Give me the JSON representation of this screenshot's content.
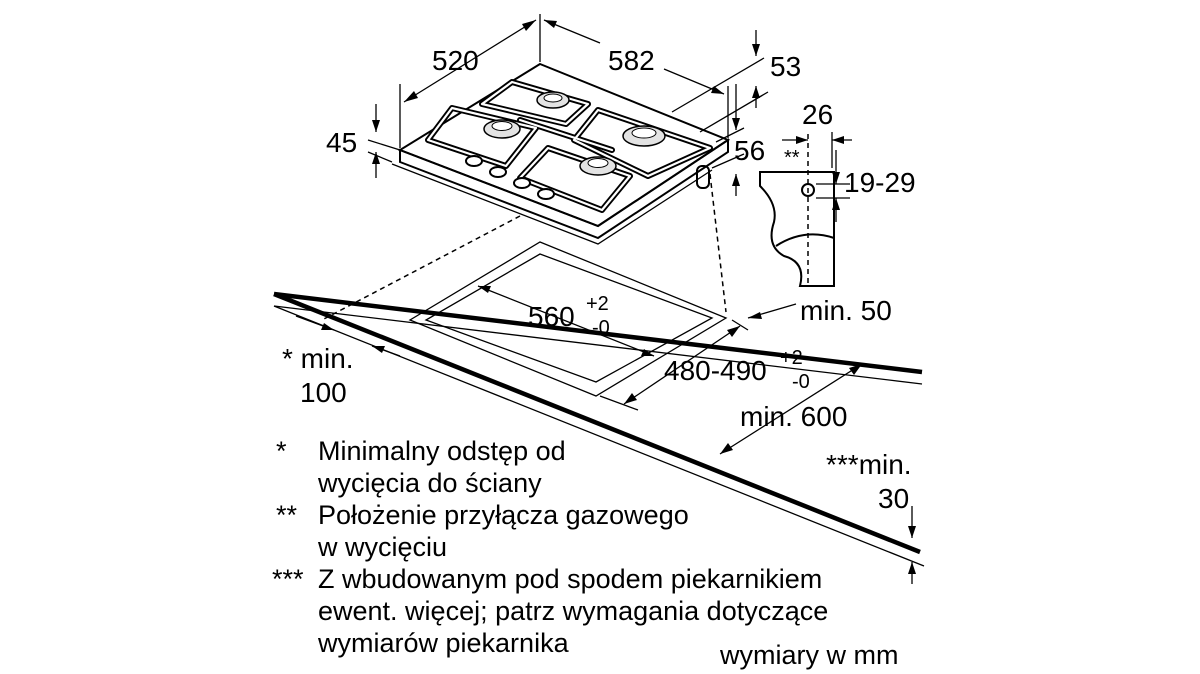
{
  "dimensions": {
    "depth": "520",
    "width": "582",
    "side_right": "53",
    "height": "45",
    "gas_offset": "56",
    "conn_width": "26",
    "conn_marker": "**",
    "conn_height": "19-29",
    "cutout_width": "560",
    "cutout_width_tol_plus": "+2",
    "cutout_width_tol_minus": "-0",
    "cutout_depth": "480-490",
    "cutout_depth_tol_plus": "+2",
    "cutout_depth_tol_minus": "-0",
    "min_front": "min. 50",
    "min_depth": "min. 600",
    "min_wall_line1": "* min.",
    "min_wall_line2": "100",
    "min_below_line1": "***min.",
    "min_below_line2": "30"
  },
  "notes": [
    {
      "marker": "*",
      "lines": [
        "Minimalny odstęp od",
        "wycięcia do ściany"
      ]
    },
    {
      "marker": "**",
      "lines": [
        "Położenie przyłącza gazowego",
        "w wycięciu"
      ]
    },
    {
      "marker": "***",
      "lines": [
        "Z wbudowanym pod spodem piekarnikiem",
        "ewent. więcej; patrz wymagania dotyczące",
        "wymiarów piekarnika"
      ]
    }
  ],
  "units_label": "wymiary w mm"
}
